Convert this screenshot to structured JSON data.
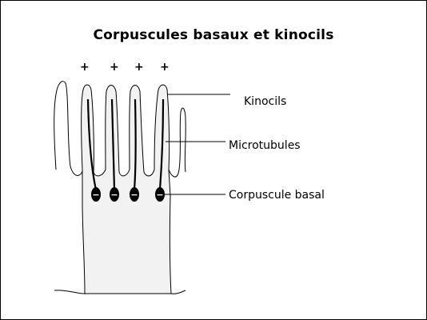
{
  "slide": {
    "title": "Corpuscules basaux et kinocils",
    "charges": [
      "+",
      "+",
      "+",
      "+"
    ],
    "labels": {
      "kinocils": "Kinocils",
      "microtubules": "Microtubules",
      "corpuscule_basal": "Corpuscule basal"
    },
    "basal_body_symbol": "−"
  },
  "colors": {
    "cell_fill": "#f2f2f2",
    "outline": "#000000",
    "basal_body": "#000000"
  }
}
